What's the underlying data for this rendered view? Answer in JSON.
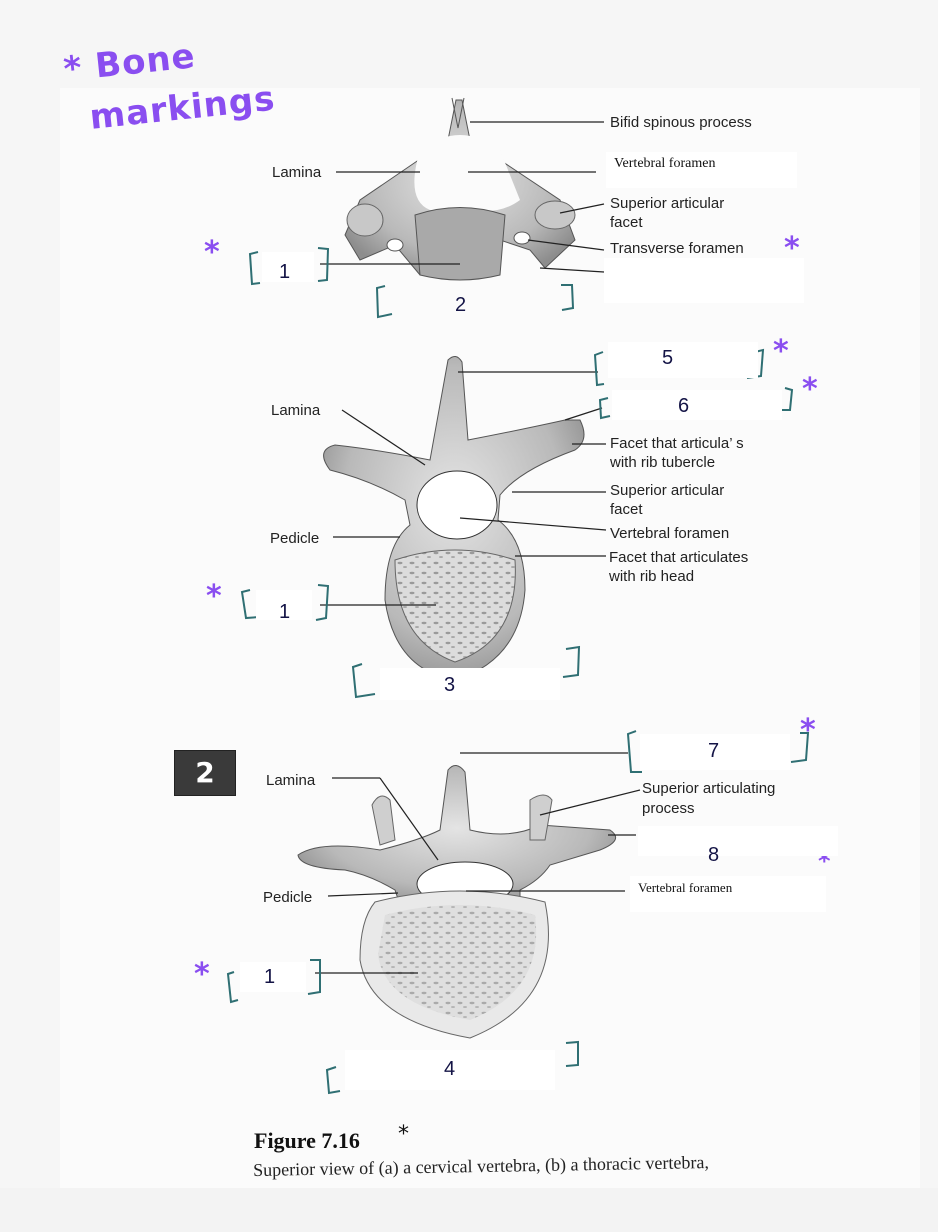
{
  "annotation": {
    "title_line1": "* Bone",
    "title_line2": "markings",
    "star": "*",
    "color": "#8a4ef0",
    "bracket_color": "#2f6f73"
  },
  "figure": {
    "badge": "2",
    "title": "Figure 7.16",
    "caption": "Superior view of (a) a cervical vertebra, (b) a thoracic vertebra,"
  },
  "cervical": {
    "labels": {
      "bifid_spinous_process": "Bifid spinous process",
      "lamina": "Lamina",
      "vertebral_foramen": "Vertebral foramen",
      "superior_articular_facet_1": "Superior articular",
      "superior_articular_facet_2": "facet",
      "transverse_foramen": "Transverse foramen"
    },
    "blanks": {
      "body": "1",
      "whole": "2"
    }
  },
  "thoracic": {
    "labels": {
      "lamina": "Lamina",
      "pedicle": "Pedicle",
      "facet_rib_tubercle_1": "Facet that articula’ s",
      "facet_rib_tubercle_2": "with rib tubercle",
      "superior_articular_facet_1": "Superior articular",
      "superior_articular_facet_2": "facet",
      "vertebral_foramen": "Vertebral foramen",
      "facet_rib_head_1": "Facet that articulates",
      "facet_rib_head_2": "with rib head"
    },
    "blanks": {
      "spinous": "5",
      "transverse": "6",
      "body": "1",
      "whole": "3"
    }
  },
  "lumbar": {
    "labels": {
      "lamina": "Lamina",
      "pedicle": "Pedicle",
      "superior_articulating_process_1": "Superior articulating",
      "superior_articulating_process_2": "process",
      "vertebral_foramen": "Vertebral foramen"
    },
    "blanks": {
      "spinous": "7",
      "transverse": "8",
      "body": "1",
      "whole": "4"
    }
  }
}
